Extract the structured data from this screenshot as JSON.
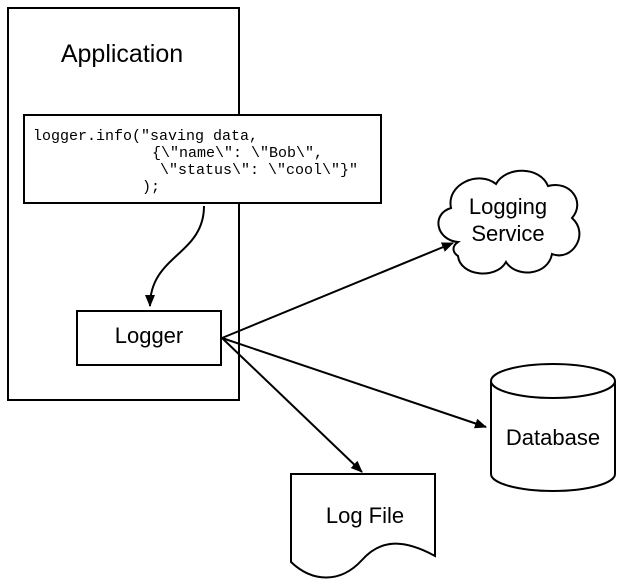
{
  "application": {
    "label": "Application"
  },
  "code_snippet": {
    "lines": [
      "logger.info(\"saving data,",
      "{\\\"name\\\": \\\"Bob\\\",",
      "\\\"status\\\": \\\"cool\\\"}\"",
      ");"
    ]
  },
  "logger": {
    "label": "Logger"
  },
  "logging_service": {
    "line1": "Logging",
    "line2": "Service"
  },
  "database": {
    "label": "Database"
  },
  "log_file": {
    "label": "Log File"
  }
}
